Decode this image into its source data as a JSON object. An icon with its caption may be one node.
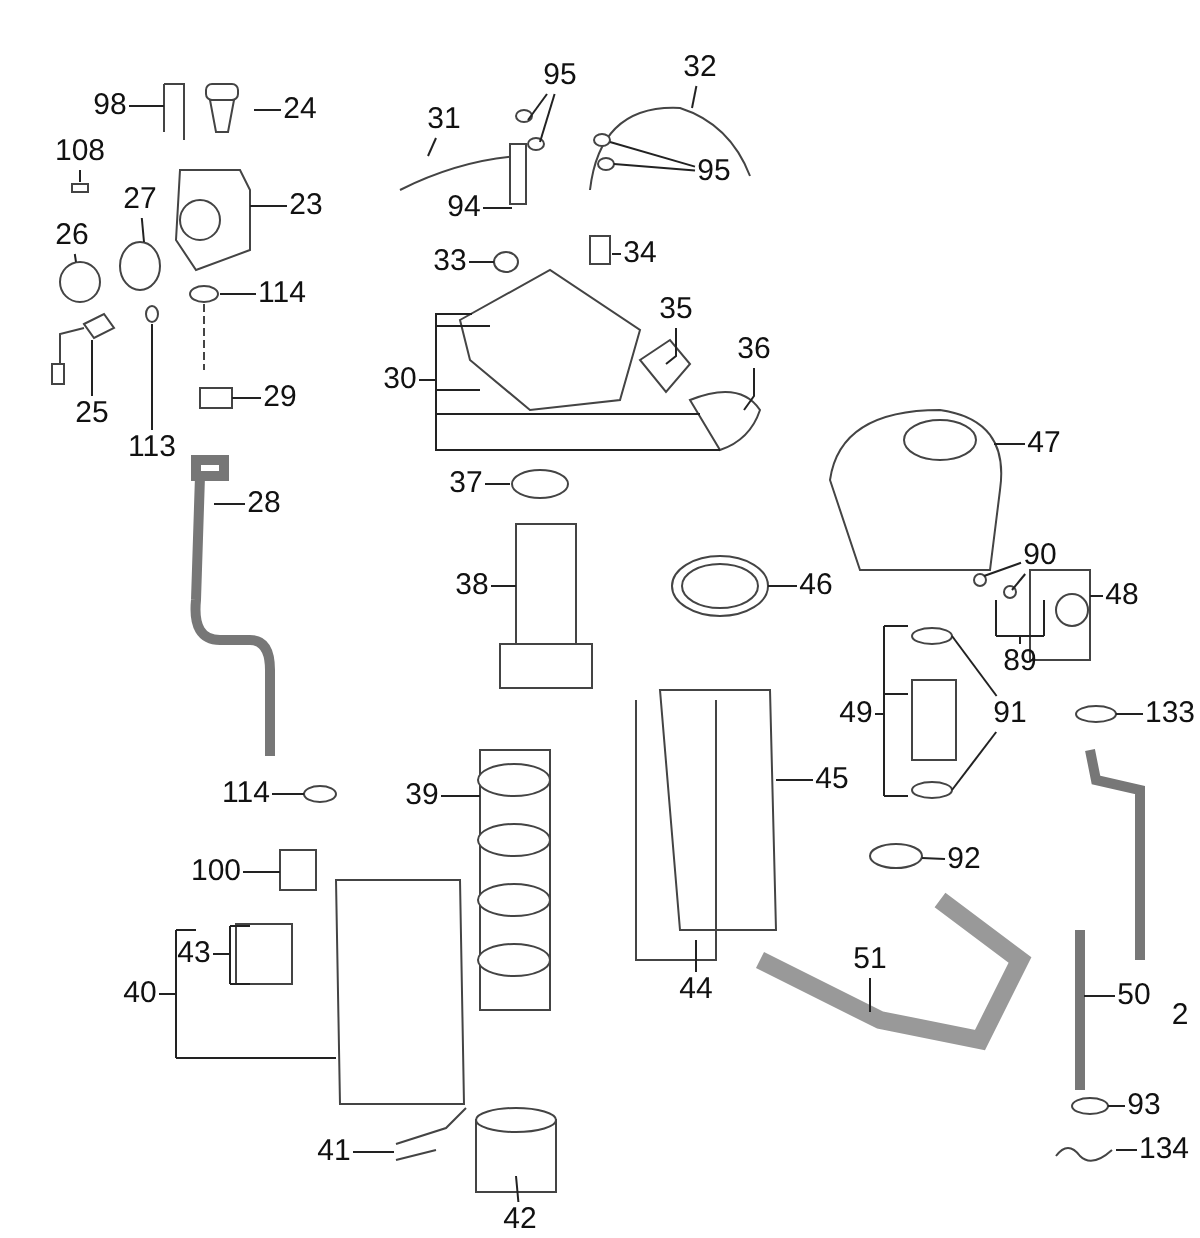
{
  "diagram": {
    "nodes": [
      {
        "text": [
          "98"
        ]
      },
      {
        "text": [
          "24"
        ]
      },
      {
        "text": [
          "108"
        ]
      },
      {
        "text": [
          "27"
        ]
      },
      {
        "text": [
          "23"
        ]
      },
      {
        "text": [
          "26"
        ]
      },
      {
        "text": [
          "114"
        ]
      },
      {
        "text": [
          "113"
        ]
      },
      {
        "text": [
          "25"
        ]
      },
      {
        "text": [
          "29"
        ]
      },
      {
        "text": [
          "31"
        ]
      },
      {
        "text": [
          "95"
        ]
      },
      {
        "text": [
          "32"
        ]
      },
      {
        "text": [
          "95"
        ]
      },
      {
        "text": [
          "94"
        ]
      },
      {
        "text": [
          "33"
        ]
      },
      {
        "text": [
          "34"
        ]
      },
      {
        "text": [
          "35"
        ]
      },
      {
        "text": [
          "36"
        ]
      },
      {
        "text": [
          "30"
        ]
      },
      {
        "text": [
          "37"
        ]
      },
      {
        "text": [
          "47"
        ]
      },
      {
        "text": [
          "28"
        ]
      },
      {
        "text": [
          "90"
        ]
      },
      {
        "text": [
          "38"
        ]
      },
      {
        "text": [
          "46"
        ]
      },
      {
        "text": [
          "48"
        ]
      },
      {
        "text": [
          "89"
        ]
      },
      {
        "text": [
          "49"
        ]
      },
      {
        "text": [
          "91"
        ]
      },
      {
        "text": [
          "133"
        ]
      },
      {
        "text": [
          "45"
        ]
      },
      {
        "text": [
          "39"
        ]
      },
      {
        "text": [
          "114"
        ]
      },
      {
        "text": [
          "100"
        ]
      },
      {
        "text": [
          "92"
        ]
      },
      {
        "text": [
          "43"
        ]
      },
      {
        "text": [
          "40"
        ]
      },
      {
        "text": [
          "44"
        ]
      },
      {
        "text": [
          "51"
        ]
      },
      {
        "text": [
          "50"
        ]
      },
      {
        "text": [
          "93"
        ]
      },
      {
        "text": [
          "134"
        ]
      },
      {
        "text": [
          "41"
        ]
      },
      {
        "text": [
          "42"
        ]
      }
    ],
    "edges": [
      {
        "from": 0,
        "to": null,
        "arrow": "none"
      },
      {
        "from": 1,
        "to": null,
        "arrow": "none"
      },
      {
        "from": 2,
        "to": null,
        "arrow": "none"
      },
      {
        "from": 3,
        "to": null,
        "arrow": "none"
      },
      {
        "from": 4,
        "to": null,
        "arrow": "none"
      },
      {
        "from": 5,
        "to": null,
        "arrow": "none"
      },
      {
        "from": 6,
        "to": null,
        "arrow": "none"
      },
      {
        "from": 7,
        "to": null,
        "arrow": "none"
      },
      {
        "from": 8,
        "to": null,
        "arrow": "none"
      },
      {
        "from": 9,
        "to": null,
        "arrow": "none"
      },
      {
        "from": 10,
        "to": null,
        "arrow": "none"
      },
      {
        "from": 11,
        "to": null,
        "arrow": "none"
      },
      {
        "from": 11,
        "to": null,
        "arrow": "none"
      },
      {
        "from": 12,
        "to": null,
        "arrow": "none"
      },
      {
        "from": 13,
        "to": null,
        "arrow": "none"
      },
      {
        "from": 13,
        "to": null,
        "arrow": "none"
      },
      {
        "from": 14,
        "to": null,
        "arrow": "none"
      },
      {
        "from": 15,
        "to": null,
        "arrow": "none"
      },
      {
        "from": 16,
        "to": null,
        "arrow": "none"
      },
      {
        "from": 17,
        "to": null,
        "arrow": "none"
      },
      {
        "from": 18,
        "to": null,
        "arrow": "none"
      },
      {
        "from": 19,
        "to": null,
        "arrow": "none"
      },
      {
        "from": 20,
        "to": null,
        "arrow": "none"
      },
      {
        "from": 21,
        "to": null,
        "arrow": "none"
      },
      {
        "from": 22,
        "to": null,
        "arrow": "none"
      },
      {
        "from": 23,
        "to": null,
        "arrow": "none"
      },
      {
        "from": 23,
        "to": null,
        "arrow": "none"
      },
      {
        "from": 24,
        "to": null,
        "arrow": "none"
      },
      {
        "from": 25,
        "to": null,
        "arrow": "none"
      },
      {
        "from": 26,
        "to": null,
        "arrow": "none"
      },
      {
        "from": 27,
        "to": null,
        "arrow": "none"
      },
      {
        "from": 28,
        "to": null,
        "arrow": "none"
      },
      {
        "from": 29,
        "to": null,
        "arrow": "none"
      },
      {
        "from": 29,
        "to": null,
        "arrow": "none"
      },
      {
        "from": 30,
        "to": null,
        "arrow": "none"
      },
      {
        "from": 31,
        "to": null,
        "arrow": "none"
      },
      {
        "from": 32,
        "to": null,
        "arrow": "none"
      },
      {
        "from": 33,
        "to": null,
        "arrow": "none"
      },
      {
        "from": 34,
        "to": null,
        "arrow": "none"
      },
      {
        "from": 35,
        "to": null,
        "arrow": "none"
      },
      {
        "from": 36,
        "to": null,
        "arrow": "none"
      },
      {
        "from": 37,
        "to": null,
        "arrow": "none"
      },
      {
        "from": 38,
        "to": null,
        "arrow": "none"
      },
      {
        "from": 39,
        "to": null,
        "arrow": "none"
      },
      {
        "from": 40,
        "to": null,
        "arrow": "none"
      },
      {
        "from": 41,
        "to": null,
        "arrow": "none"
      },
      {
        "from": 42,
        "to": null,
        "arrow": "none"
      },
      {
        "from": 43,
        "to": null,
        "arrow": "none"
      },
      {
        "from": 44,
        "to": null,
        "arrow": "none"
      }
    ],
    "labels": [
      "2"
    ]
  }
}
